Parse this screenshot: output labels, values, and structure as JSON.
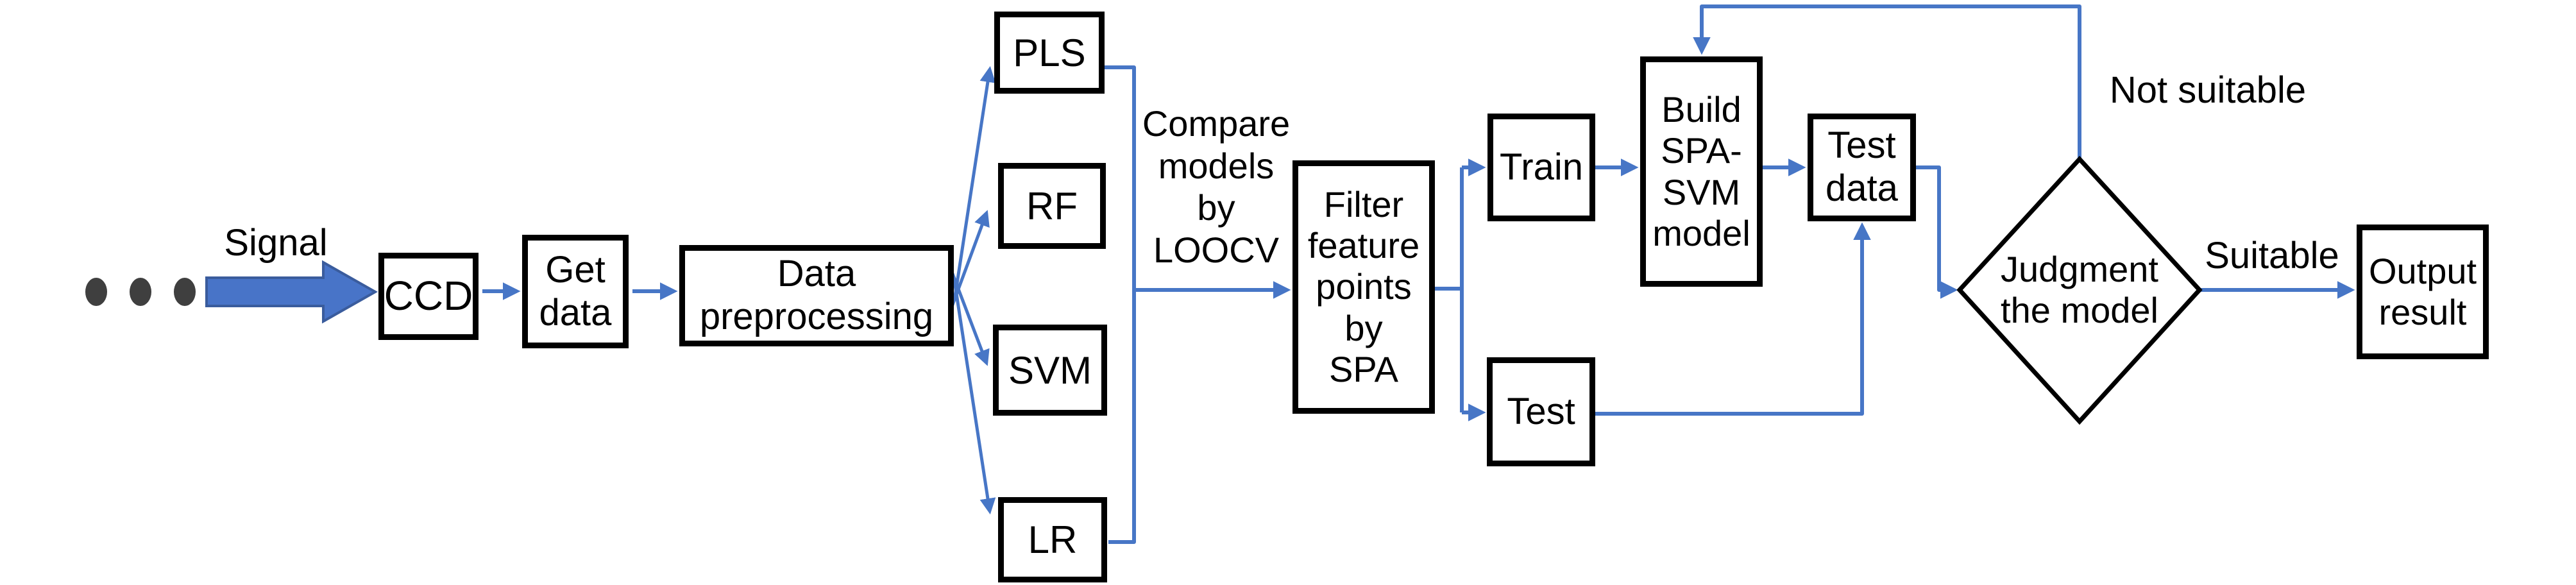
{
  "diagram": {
    "type": "flowchart",
    "colors": {
      "connector_blue": "#4776C6",
      "signal_arrow_fill": "#4874C8",
      "signal_arrow_edge": "#3A5C9D",
      "box_border": "#000000",
      "text": "#000000",
      "dots_gray": "#3F3F3F",
      "background": "#FFFFFF"
    },
    "icons": {
      "ellipsis": "ellipsis-dots",
      "signal_arrow": "signal-block-arrow"
    },
    "nodes": {
      "ccd": {
        "label": "CCD",
        "shape": "rect"
      },
      "get_data": {
        "label": "Get\ndata",
        "shape": "rect"
      },
      "data_preprocessing": {
        "label": "Data\npreprocessing",
        "shape": "rect"
      },
      "pls": {
        "label": "PLS",
        "shape": "rect"
      },
      "rf": {
        "label": "RF",
        "shape": "rect"
      },
      "svm": {
        "label": "SVM",
        "shape": "rect"
      },
      "lr": {
        "label": "LR",
        "shape": "rect"
      },
      "filter_spa": {
        "label": "Filter\nfeature\npoints\nby\nSPA",
        "shape": "rect"
      },
      "train": {
        "label": "Train",
        "shape": "rect"
      },
      "test": {
        "label": "Test",
        "shape": "rect"
      },
      "build_spa_svm": {
        "label": "Build\nSPA-\nSVM\nmodel",
        "shape": "rect"
      },
      "test_data": {
        "label": "Test\ndata",
        "shape": "rect"
      },
      "judgment": {
        "label": "Judgment\nthe model",
        "shape": "diamond"
      },
      "output_result": {
        "label": "Output\nresult",
        "shape": "rect"
      }
    },
    "edge_labels": {
      "signal": "Signal",
      "compare_loocv": "Compare\nmodels\nby\nLOOCV",
      "not_suitable": "Not suitable",
      "suitable": "Suitable"
    }
  }
}
